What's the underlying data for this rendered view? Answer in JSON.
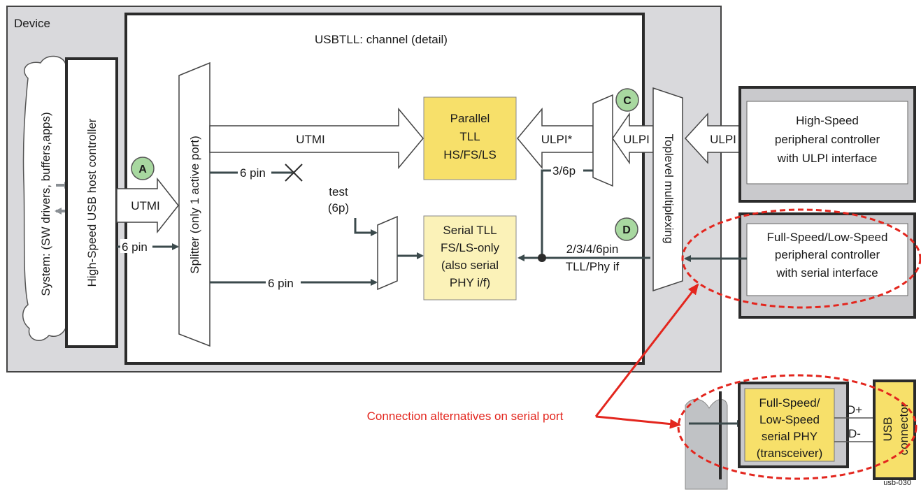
{
  "colors": {
    "device_fill": "#d9d9dc",
    "dark": "#2b2b2b",
    "line": "#3b4a4c",
    "yellow": "#f7e06a",
    "yellow_light": "#fbf2b8",
    "badge": "#a8d8a0",
    "red": "#e3261e",
    "gray_arrow": "#8a8f94"
  },
  "device": {
    "label": "Device"
  },
  "channel": {
    "title": "USBTLL: channel (detail)"
  },
  "system_cloud": {
    "label": "System: (SW drivers, buffers,apps)"
  },
  "host_controller": {
    "label": "High-Speed USB host controller"
  },
  "splitter": {
    "label": "Splitter (only 1 active port)"
  },
  "toplevel_mux": {
    "label": "Toplevel multiplexing"
  },
  "badges": {
    "a": "A",
    "c": "C",
    "d": "D"
  },
  "parallel_tll": {
    "line1": "Parallel",
    "line2": "TLL",
    "line3": "HS/FS/LS"
  },
  "serial_tll": {
    "line1": "Serial TLL",
    "line2": "FS/LS-only",
    "line3": "(also serial",
    "line4": "PHY i/f)"
  },
  "labels": {
    "utmi_host": "UTMI",
    "six_pin_host": "6 pin",
    "utmi_main": "UTMI",
    "six_pin_upper": "6 pin",
    "six_pin_lower": "6 pin",
    "test_line1": "test",
    "test_line2": "(6p)",
    "ulpi_star": "ULPI*",
    "three_six_p": "3/6p",
    "ulpi_inner": "ULPI",
    "ulpi_outer": "ULPI",
    "serial_if_line1": "2/3/4/6pin",
    "serial_if_line2": "TLL/Phy if"
  },
  "hs_peripheral": {
    "line1": "High-Speed",
    "line2": "peripheral controller",
    "line3": "with ULPI interface"
  },
  "fs_peripheral": {
    "line1": "Full-Speed/Low-Speed",
    "line2": "peripheral controller",
    "line3": "with serial interface"
  },
  "phy": {
    "line1": "Full-Speed/",
    "line2": "Low-Speed",
    "line3": "serial PHY",
    "line4": "(transceiver)"
  },
  "phy_pins": {
    "dplus": "D+",
    "dminus": "D-"
  },
  "usb_connector": {
    "line1": "USB",
    "line2": "connector"
  },
  "annotation": {
    "text": "Connection alternatives on serial port"
  },
  "figure_id": "usb-030"
}
